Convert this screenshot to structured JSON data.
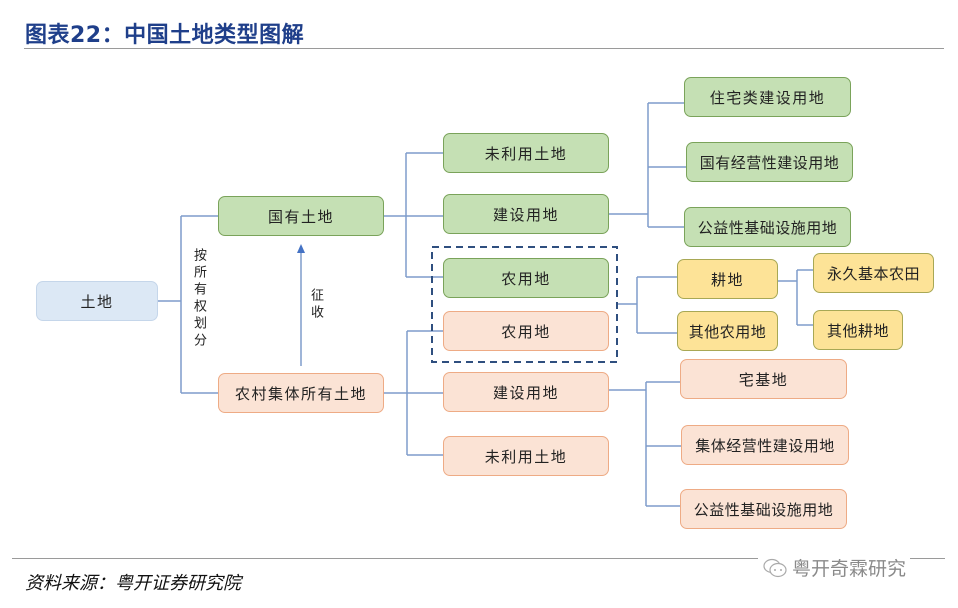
{
  "title": "图表22：中国土地类型图解",
  "source": "资料来源：粤开证券研究院",
  "watermark": {
    "icon": "wechat-icon",
    "text": "粤开奇霖研究"
  },
  "colors": {
    "title": "#1f3f8a",
    "line": "#7f9ccb",
    "dashed": "#2f4f7f",
    "blue": "#dce8f5",
    "green": "#c5e0b4",
    "orange": "#fbe3d5",
    "yellow": "#fde397"
  },
  "diagram": {
    "root": "土地",
    "division_label": "按所有权划分",
    "expropriation_label": "征收",
    "state": {
      "label": "国有土地",
      "children": [
        "未利用土地",
        "建设用地",
        "农用地"
      ],
      "construction_children": [
        "住宅类建设用地",
        "国有经营性建设用地",
        "公益性基础设施用地"
      ]
    },
    "collective": {
      "label": "农村集体所有土地",
      "children": [
        "农用地",
        "建设用地",
        "未利用土地"
      ],
      "construction_children": [
        "宅基地",
        "集体经营性建设用地",
        "公益性基础设施用地"
      ]
    },
    "agricultural": {
      "children": [
        "耕地",
        "其他农用地"
      ],
      "cultivated_children": [
        "永久基本农田",
        "其他耕地"
      ]
    }
  }
}
